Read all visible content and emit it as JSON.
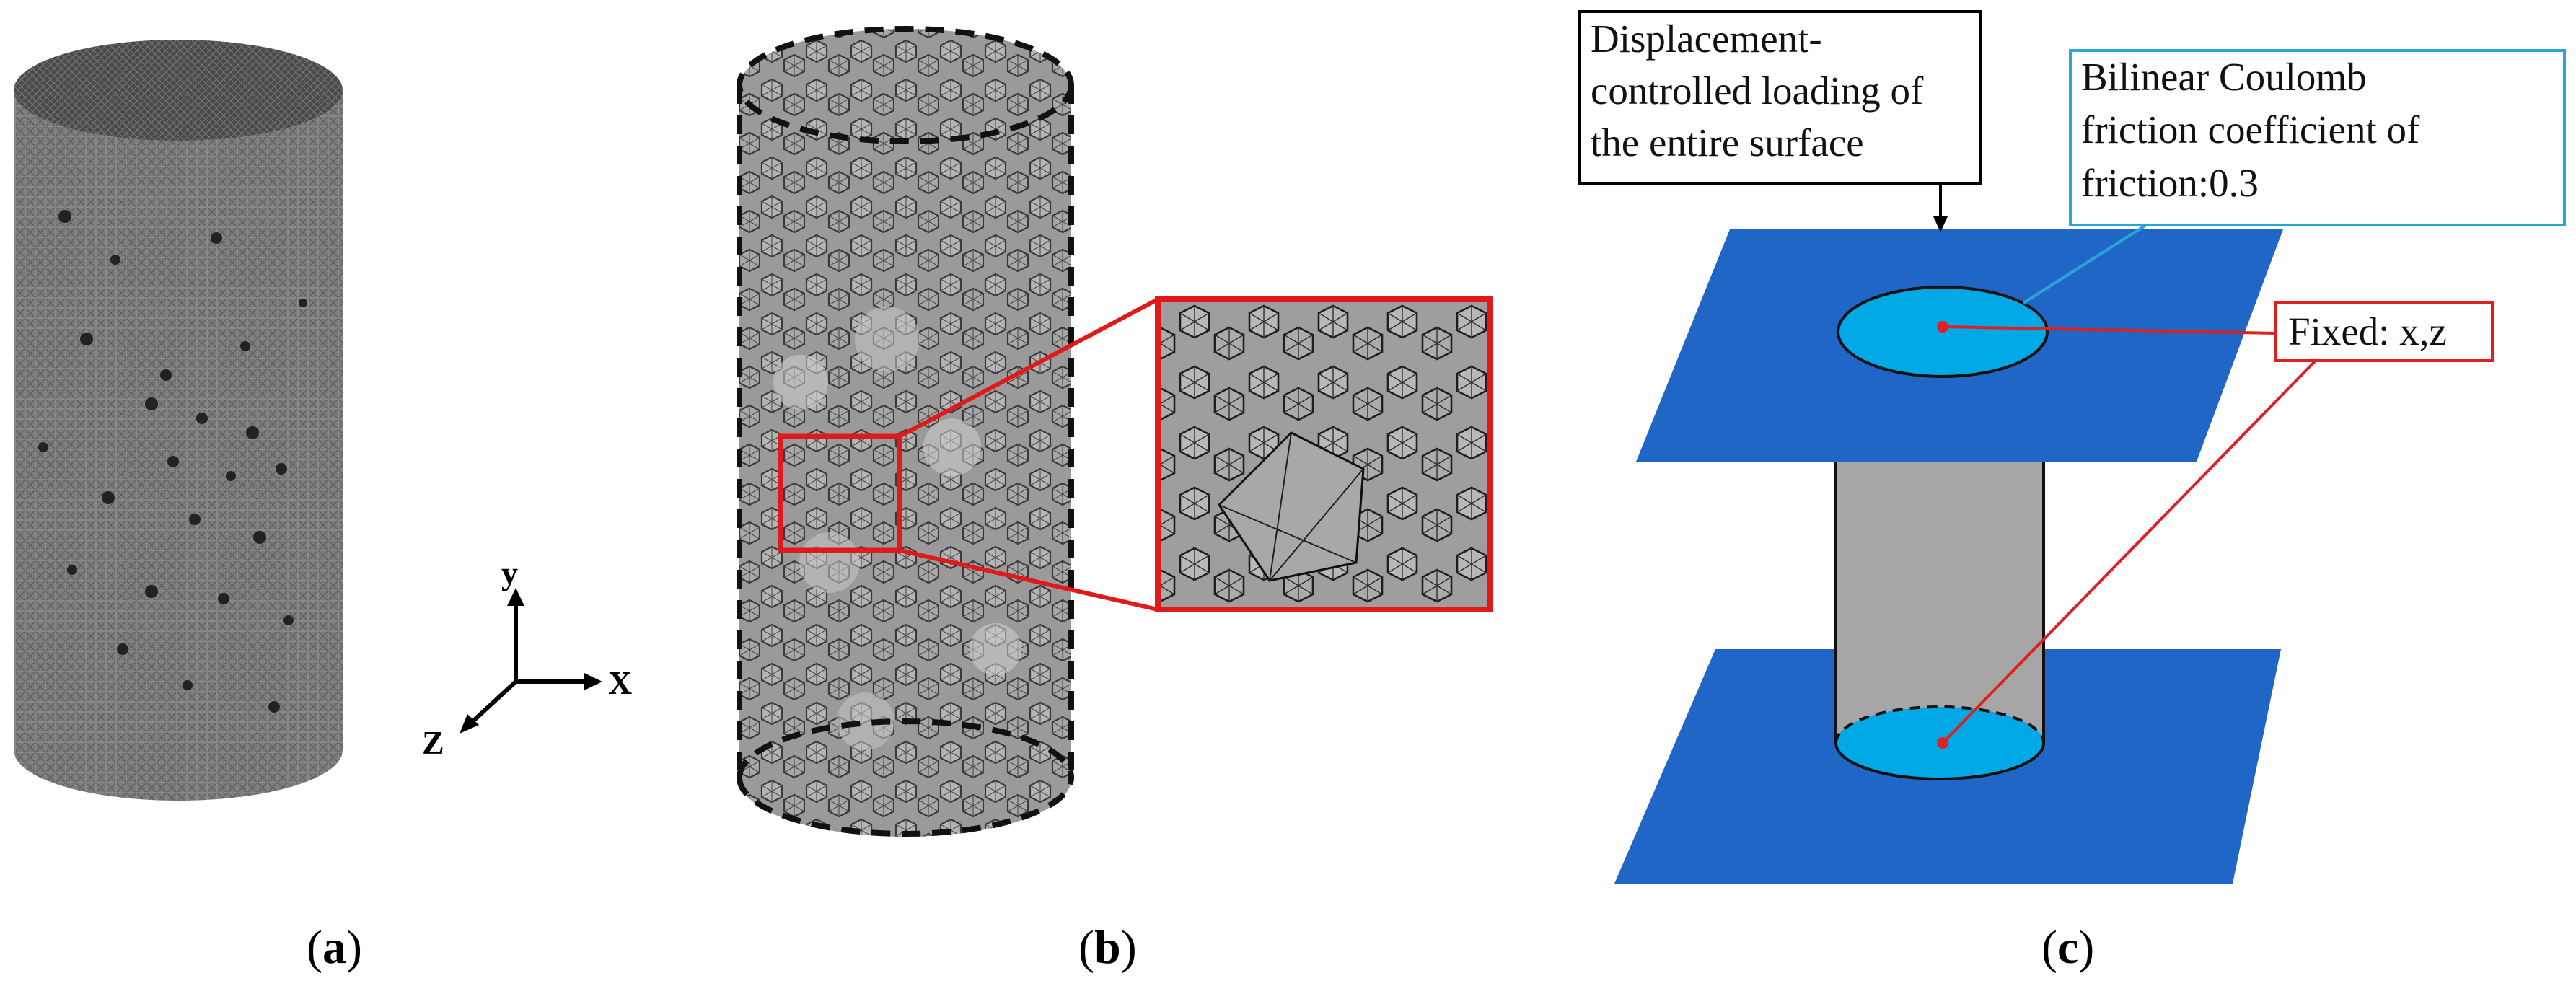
{
  "panels": {
    "a": {
      "label": "(a)",
      "label_letter": "a"
    },
    "b": {
      "label": "(b)",
      "label_letter": "b"
    },
    "c": {
      "label": "(c)",
      "label_letter": "c"
    }
  },
  "axes": {
    "x": "X",
    "y": "y",
    "z": "Z"
  },
  "annotations": {
    "loading": [
      "Displacement-",
      "controlled loading of",
      "the entire surface"
    ],
    "friction": [
      "Bilinear Coulomb",
      "friction coefficient of",
      "friction:0.3"
    ],
    "fixed": "Fixed: x,z"
  },
  "colors": {
    "plate": "#1f66c6",
    "contact": "#00a8e6",
    "cylinder": "#a6a6a6",
    "friction_box": "#27a6d8",
    "fixed_box": "#e02020",
    "zoom": "#e01a1a"
  }
}
